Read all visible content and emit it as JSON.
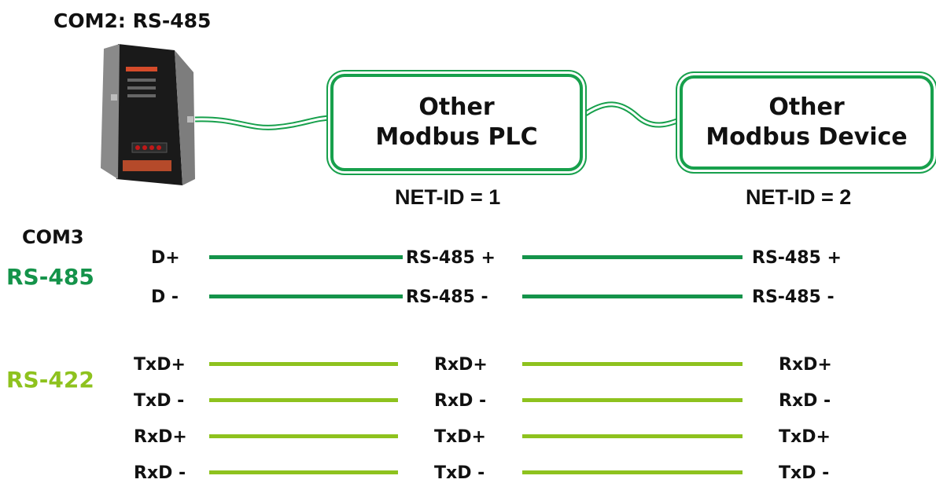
{
  "title": "COM2: RS-485",
  "device_plc": {
    "line1": "Other",
    "line2": "Modbus PLC",
    "net_id": "NET-ID = 1"
  },
  "device_other": {
    "line1": "Other",
    "line2": "Modbus Device",
    "net_id": "NET-ID = 2"
  },
  "com3": "COM3",
  "rs485": {
    "label": "RS-485",
    "rows": [
      {
        "left": "D+",
        "mid": "RS-485 +",
        "right": "RS-485 +"
      },
      {
        "left": "D -",
        "mid": "RS-485 -",
        "right": "RS-485 -"
      }
    ]
  },
  "rs422": {
    "label": "RS-422",
    "rows": [
      {
        "left": "TxD+",
        "mid": "RxD+",
        "right": "RxD+"
      },
      {
        "left": "TxD -",
        "mid": "RxD -",
        "right": "RxD -"
      },
      {
        "left": "RxD+",
        "mid": "TxD+",
        "right": "TxD+"
      },
      {
        "left": "RxD -",
        "mid": "TxD -",
        "right": "TxD -"
      }
    ]
  },
  "colors": {
    "rs485": "#14934a",
    "rs422": "#8ec21e",
    "box": "#17a04c"
  }
}
